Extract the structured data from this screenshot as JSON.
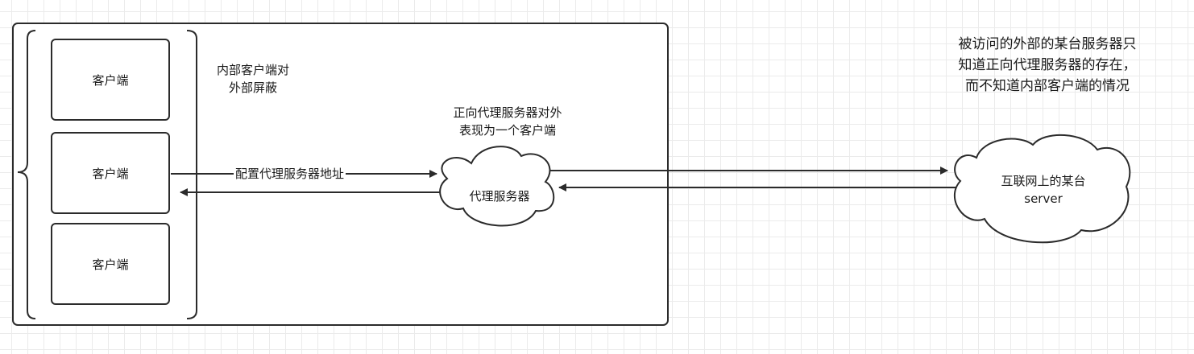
{
  "clients": [
    "客户端",
    "客户端",
    "客户端"
  ],
  "internal_note": [
    "内部客户端对",
    "外部屏蔽"
  ],
  "proxy": {
    "label": "代理服务器",
    "note": [
      "正向代理服务器对外",
      "表现为一个客户端"
    ]
  },
  "config_edge_label": "配置代理服务器地址",
  "server": {
    "label_line1": "互联网上的某台",
    "label_line2": "server"
  },
  "server_note": [
    "被访问的外部的某台服务器只",
    "知道正向代理服务器的存在，",
    "而不知道内部客户端的情况"
  ],
  "colors": {
    "stroke": "#2b2b2b",
    "grid": "#ebebeb",
    "text": "#1a1a1a"
  }
}
